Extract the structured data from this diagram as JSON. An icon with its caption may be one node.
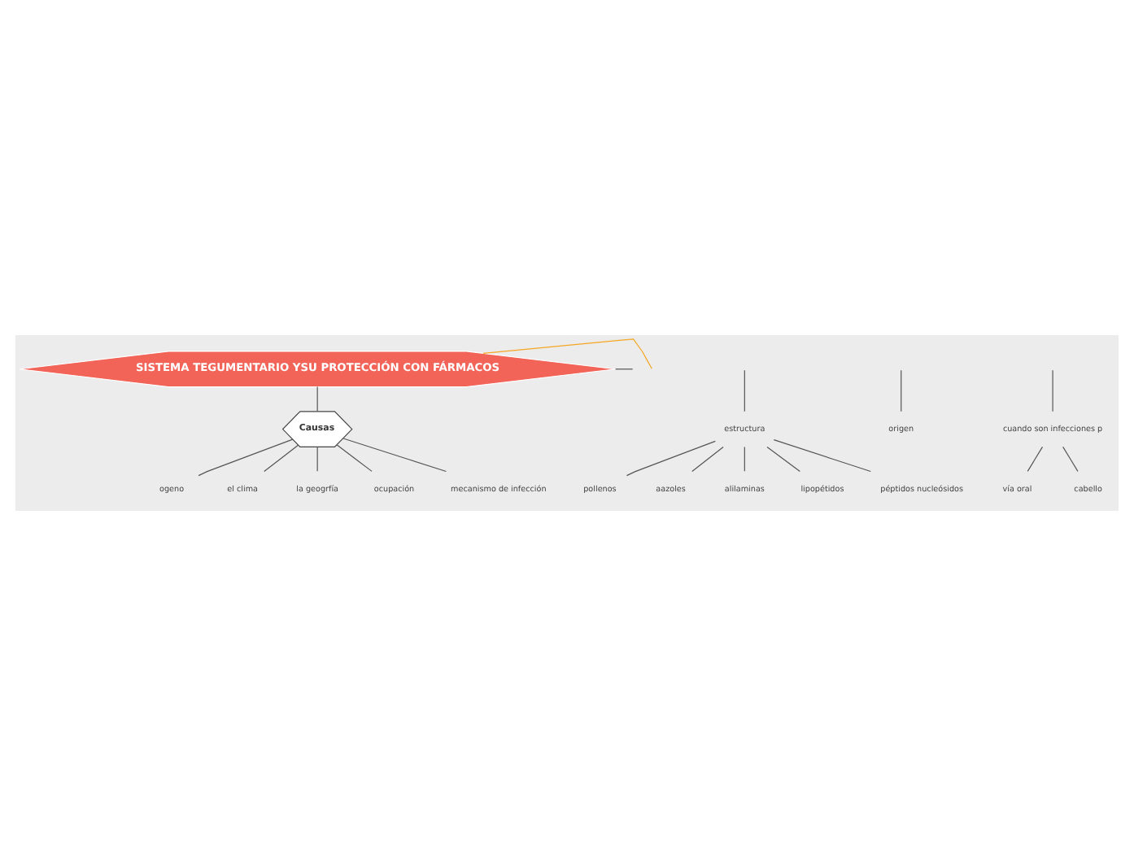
{
  "diagram": {
    "nodes": [
      {
        "text": [
          "SISTEMA TEGUMENTARIO YSU PROTECCIÓN CON FÁRMACOS"
        ]
      },
      {
        "text": [
          "Causas"
        ]
      },
      {
        "text": [
          "ogeno"
        ]
      },
      {
        "text": [
          "el clima"
        ]
      },
      {
        "text": [
          "la geogrfía"
        ]
      },
      {
        "text": [
          "ocupación"
        ]
      },
      {
        "text": [
          "mecanismo de infección"
        ]
      },
      {
        "text": [
          "estructura"
        ]
      },
      {
        "text": [
          "origen"
        ]
      },
      {
        "text": [
          "pollenos"
        ]
      },
      {
        "text": [
          "aazoles"
        ]
      },
      {
        "text": [
          "alilaminas"
        ]
      },
      {
        "text": [
          "lipopétidos"
        ]
      },
      {
        "text": [
          "péptidos nucleósidos"
        ]
      },
      {
        "text": [
          "cuando son infecciones p"
        ]
      },
      {
        "text": [
          "vía oral"
        ]
      },
      {
        "text": [
          "cabello"
        ]
      }
    ],
    "edges": [
      {
        "from": 0,
        "to": null,
        "arrow": "none",
        "color": "#f5a623"
      },
      {
        "from": 0,
        "to": 1,
        "arrow": "none"
      },
      {
        "from": 0,
        "to": null,
        "arrow": "none"
      },
      {
        "from": 1,
        "to": 2,
        "arrow": "none"
      },
      {
        "from": 1,
        "to": 3,
        "arrow": "none"
      },
      {
        "from": 1,
        "to": 4,
        "arrow": "none"
      },
      {
        "from": 1,
        "to": 5,
        "arrow": "none"
      },
      {
        "from": 1,
        "to": 6,
        "arrow": "none"
      },
      {
        "from": null,
        "to": 7,
        "arrow": "none"
      },
      {
        "from": null,
        "to": 8,
        "arrow": "none"
      },
      {
        "from": 7,
        "to": 9,
        "arrow": "none"
      },
      {
        "from": 7,
        "to": 10,
        "arrow": "none"
      },
      {
        "from": 7,
        "to": 11,
        "arrow": "none"
      },
      {
        "from": 7,
        "to": 12,
        "arrow": "none"
      },
      {
        "from": 7,
        "to": 13,
        "arrow": "none"
      },
      {
        "from": null,
        "to": 14,
        "arrow": "none"
      },
      {
        "from": 14,
        "to": 15,
        "arrow": "none"
      },
      {
        "from": 14,
        "to": 16,
        "arrow": "none"
      }
    ]
  }
}
